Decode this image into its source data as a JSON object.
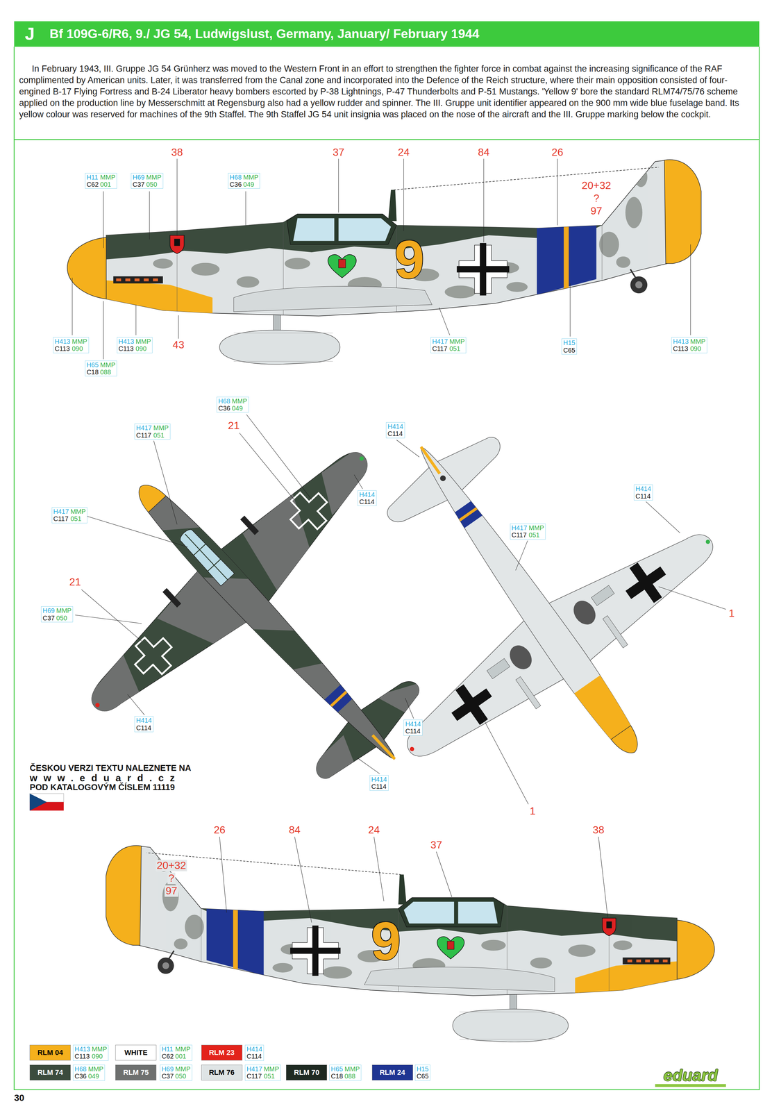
{
  "diagram": {
    "title": "Bf 109G-6/R6, 9./ JG 54, Ludwigslust, Germany, January/ February 1944",
    "nodes": [
      {
        "text": [
          "H11",
          "MMP",
          "C62",
          "001"
        ]
      },
      {
        "text": [
          "H69",
          "MMP",
          "C37",
          "050"
        ]
      },
      {
        "text": [
          "H68",
          "MMP",
          "C36",
          "049"
        ]
      },
      {
        "text": [
          "H413",
          "MMP",
          "C113",
          "090"
        ]
      },
      {
        "text": [
          "H413",
          "MMP",
          "C113",
          "090"
        ]
      },
      {
        "text": [
          "H417",
          "MMP",
          "C117",
          "051"
        ]
      },
      {
        "text": [
          "H15",
          "C65"
        ]
      },
      {
        "text": [
          "H413",
          "MMP",
          "C113",
          "090"
        ]
      },
      {
        "text": [
          "H65",
          "MMP",
          "C18",
          "088"
        ]
      },
      {
        "text": [
          "H68",
          "MMP",
          "C36",
          "049"
        ]
      },
      {
        "text": [
          "H417",
          "MMP",
          "C117",
          "051"
        ]
      },
      {
        "text": [
          "H414",
          "C114"
        ]
      },
      {
        "text": [
          "H414",
          "C114"
        ]
      },
      {
        "text": [
          "H414",
          "C114"
        ]
      },
      {
        "text": [
          "H417",
          "MMP",
          "C117",
          "051"
        ]
      },
      {
        "text": [
          "H417",
          "MMP",
          "C117",
          "051"
        ]
      },
      {
        "text": [
          "H69",
          "MMP",
          "C37",
          "050"
        ]
      },
      {
        "text": [
          "H414",
          "C114"
        ]
      },
      {
        "text": [
          "H414",
          "C114"
        ]
      },
      {
        "text": [
          "H414",
          "C114"
        ]
      },
      {
        "text": [
          "H413",
          "MMP",
          "C113",
          "090"
        ]
      },
      {
        "text": [
          "H11",
          "MMP",
          "C62",
          "001"
        ]
      },
      {
        "text": [
          "H414",
          "C114"
        ]
      },
      {
        "text": [
          "H68",
          "MMP",
          "C36",
          "049"
        ]
      },
      {
        "text": [
          "H69",
          "MMP",
          "C37",
          "050"
        ]
      },
      {
        "text": [
          "H417",
          "MMP",
          "C117",
          "051"
        ]
      },
      {
        "text": [
          "H65",
          "MMP",
          "C18",
          "088"
        ]
      },
      {
        "text": [
          "H15",
          "C65"
        ]
      }
    ],
    "labels": [
      "J",
      "In February 1943, III. Gruppe JG 54 Grünherz was moved to the Western Front in an effort to strengthen the fighter force in combat against the increasing significance of the RAF complimented by American units. Later, it was transferred from the Canal zone and incorporated into the Defence of the Reich structure, where their main opposition consisted of four-engined B-17 Flying Fortress and B-24 Liberator heavy bombers escorted by P-38 Lightnings, P-47 Thunderbolts and P-51 Mustangs. 'Yellow 9' bore the standard RLM74/75/76 scheme applied on the production line by Messerschmitt at Regensburg also had a yellow rudder and spinner. The III. Gruppe unit identifier appeared on the 900 mm wide blue fuselage band. Its yellow colour was reserved for machines of the 9th Staffel. The 9th Staffel JG 54 unit insignia was placed on the nose of the aircraft and the III. Gruppe marking below the cockpit.",
      "38",
      "37",
      "24",
      "84",
      "26",
      "20+32",
      "?",
      "97",
      "9",
      "43",
      "21",
      "21",
      "1",
      "1",
      "ČESKOU VERZI TEXTU NALEZNETE NA",
      "www.eduard.cz",
      "POD KATALOGOVÝM ČÍSLEM 11119",
      "26",
      "84",
      "24",
      "37",
      "38",
      "20+32",
      "?",
      "97",
      "9",
      "30",
      "eduard"
    ],
    "legend": [
      {
        "text": "RLM 04",
        "color": "#f5b01c"
      },
      {
        "text": "WHITE",
        "color": "#ffffff"
      },
      {
        "text": "RLM 23",
        "color": "#e3231b"
      },
      {
        "text": "RLM 74",
        "color": "#3b4b3d"
      },
      {
        "text": "RLM 75",
        "color": "#6e706f"
      },
      {
        "text": "RLM 76",
        "color": "#dfe4e5"
      },
      {
        "text": "RLM 70",
        "color": "#1e2a22"
      },
      {
        "text": "RLM 24",
        "color": "#1f3592"
      }
    ]
  }
}
